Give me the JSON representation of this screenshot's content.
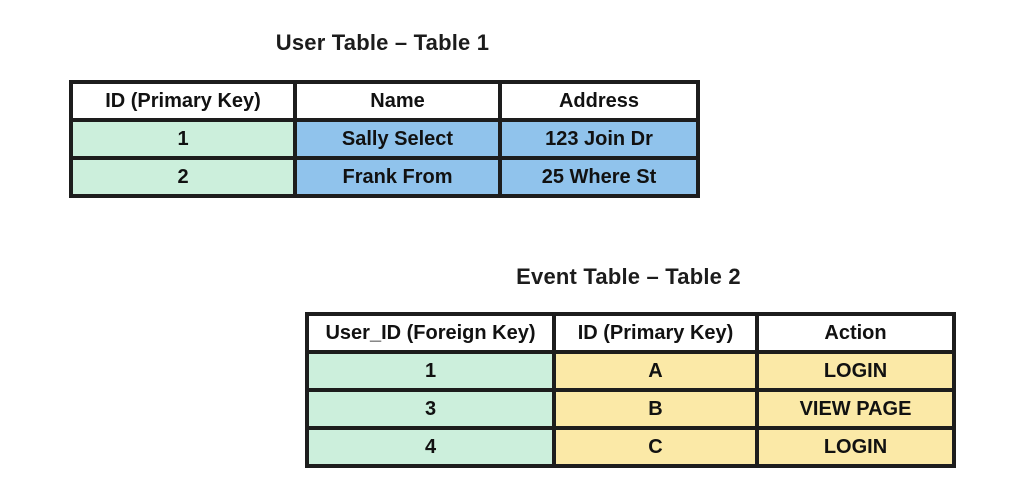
{
  "colors": {
    "border": "#1d1d1d",
    "primary_key_green": "#ccefdc",
    "user_data_blue": "#90c3ec",
    "event_data_yellow": "#fbe9a7",
    "header_background": "#ffffff",
    "text": "#111111"
  },
  "user_table": {
    "title": "User Table – Table 1",
    "headers": [
      "ID (Primary Key)",
      "Name",
      "Address"
    ],
    "rows": [
      [
        "1",
        "Sally Select",
        "123 Join Dr"
      ],
      [
        "2",
        "Frank From",
        "25 Where St"
      ]
    ]
  },
  "event_table": {
    "title": "Event Table – Table 2",
    "headers": [
      "User_ID (Foreign Key)",
      "ID (Primary Key)",
      "Action"
    ],
    "rows": [
      [
        "1",
        "A",
        "LOGIN"
      ],
      [
        "3",
        "B",
        "VIEW PAGE"
      ],
      [
        "4",
        "C",
        "LOGIN"
      ]
    ]
  }
}
